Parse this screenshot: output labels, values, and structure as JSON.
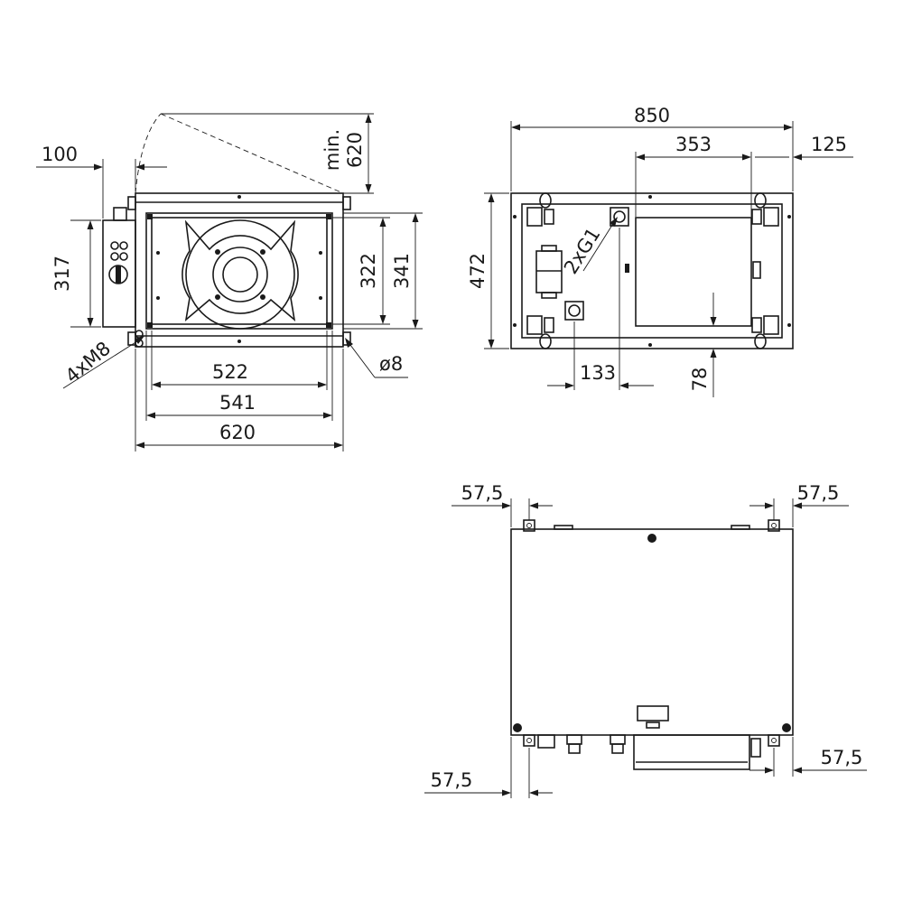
{
  "front_view": {
    "labels": {
      "w522": "522",
      "w541": "541",
      "w620": "620",
      "h322": "322",
      "h341": "341",
      "h317": "317",
      "off100": "100",
      "clear_min": "min.",
      "clear_620": "620",
      "bolts": "4xM8",
      "hole": "ø8"
    }
  },
  "top_view": {
    "labels": {
      "w850": "850",
      "w353": "353",
      "w125": "125",
      "h472": "472",
      "off133": "133",
      "off78": "78",
      "conn": "2xG1"
    }
  },
  "bottom_view": {
    "labels": {
      "tl": "57,5",
      "tr": "57,5",
      "bl": "57,5",
      "br": "57,5"
    }
  }
}
